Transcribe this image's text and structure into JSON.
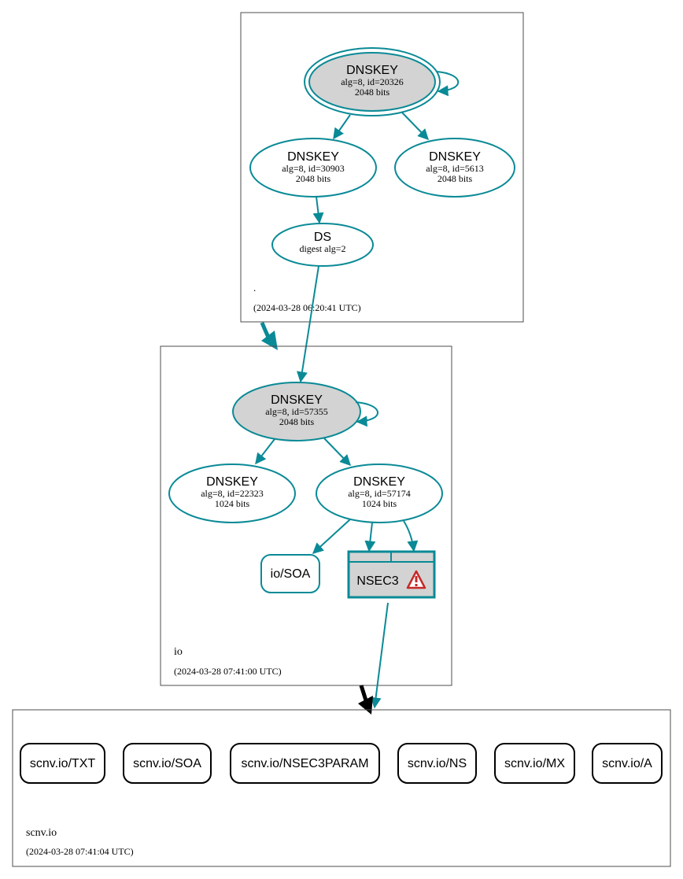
{
  "zones": {
    "root": {
      "name": ".",
      "timestamp": "(2024-03-28 06:20:41 UTC)",
      "nodes": {
        "ksk": {
          "title": "DNSKEY",
          "line1": "alg=8, id=20326",
          "line2": "2048 bits"
        },
        "zsk1": {
          "title": "DNSKEY",
          "line1": "alg=8, id=30903",
          "line2": "2048 bits"
        },
        "zsk2": {
          "title": "DNSKEY",
          "line1": "alg=8, id=5613",
          "line2": "2048 bits"
        },
        "ds": {
          "title": "DS",
          "line1": "digest alg=2"
        }
      }
    },
    "io": {
      "name": "io",
      "timestamp": "(2024-03-28 07:41:00 UTC)",
      "nodes": {
        "ksk": {
          "title": "DNSKEY",
          "line1": "alg=8, id=57355",
          "line2": "2048 bits"
        },
        "zsk1": {
          "title": "DNSKEY",
          "line1": "alg=8, id=22323",
          "line2": "1024 bits"
        },
        "zsk2": {
          "title": "DNSKEY",
          "line1": "alg=8, id=57174",
          "line2": "1024 bits"
        },
        "soa": {
          "label": "io/SOA"
        },
        "nsec3": {
          "label": "NSEC3",
          "warning_icon": "warning-triangle-icon"
        }
      }
    },
    "scnv": {
      "name": "scnv.io",
      "timestamp": "(2024-03-28 07:41:04 UTC)",
      "records": [
        "scnv.io/TXT",
        "scnv.io/SOA",
        "scnv.io/NSEC3PARAM",
        "scnv.io/NS",
        "scnv.io/MX",
        "scnv.io/A"
      ]
    }
  },
  "colors": {
    "edge": "#0a8a96",
    "key_fill": "#d3d3d3",
    "warning": "#c62828",
    "box_border": "#4d4d4d",
    "delegation_insecure": "#000000"
  }
}
